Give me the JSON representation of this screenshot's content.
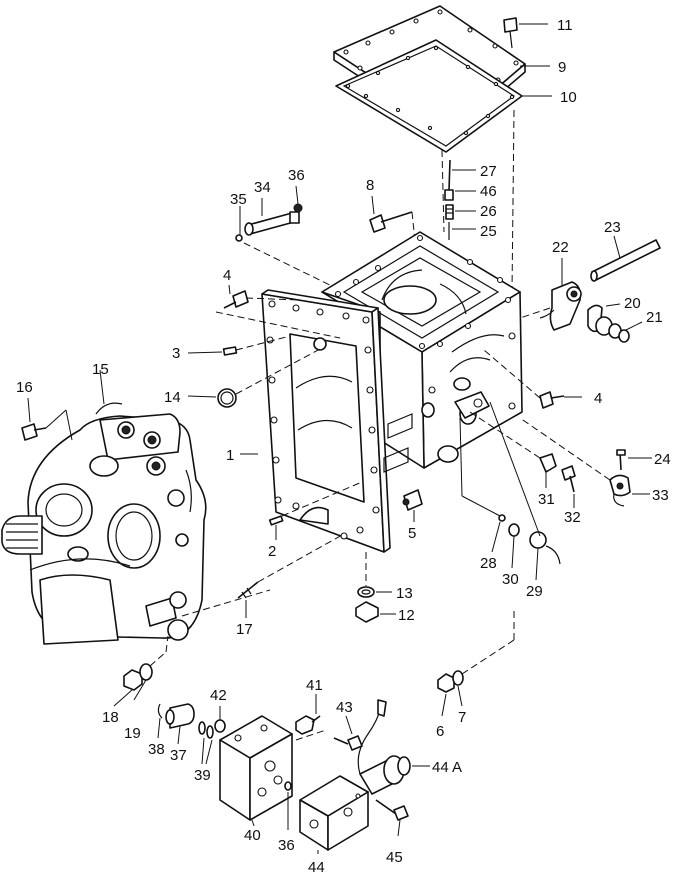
{
  "callouts": [
    {
      "id": "c11",
      "text": "11"
    },
    {
      "id": "c9",
      "text": "9"
    },
    {
      "id": "c10",
      "text": "10"
    },
    {
      "id": "c27",
      "text": "27"
    },
    {
      "id": "c46",
      "text": "46"
    },
    {
      "id": "c26",
      "text": "26"
    },
    {
      "id": "c25",
      "text": "25"
    },
    {
      "id": "c8",
      "text": "8"
    },
    {
      "id": "c36a",
      "text": "36"
    },
    {
      "id": "c34",
      "text": "34"
    },
    {
      "id": "c35",
      "text": "35"
    },
    {
      "id": "c23",
      "text": "23"
    },
    {
      "id": "c22",
      "text": "22"
    },
    {
      "id": "c20",
      "text": "20"
    },
    {
      "id": "c21",
      "text": "21"
    },
    {
      "id": "c4a",
      "text": "4"
    },
    {
      "id": "c3",
      "text": "3"
    },
    {
      "id": "c14",
      "text": "14"
    },
    {
      "id": "c4b",
      "text": "4"
    },
    {
      "id": "c15",
      "text": "15"
    },
    {
      "id": "c16",
      "text": "16"
    },
    {
      "id": "c1",
      "text": "1"
    },
    {
      "id": "c24",
      "text": "24"
    },
    {
      "id": "c33",
      "text": "33"
    },
    {
      "id": "c31",
      "text": "31"
    },
    {
      "id": "c32",
      "text": "32"
    },
    {
      "id": "c5",
      "text": "5"
    },
    {
      "id": "c2",
      "text": "2"
    },
    {
      "id": "c28",
      "text": "28"
    },
    {
      "id": "c30",
      "text": "30"
    },
    {
      "id": "c29",
      "text": "29"
    },
    {
      "id": "c13",
      "text": "13"
    },
    {
      "id": "c12",
      "text": "12"
    },
    {
      "id": "c17",
      "text": "17"
    },
    {
      "id": "c41",
      "text": "41"
    },
    {
      "id": "c42",
      "text": "42"
    },
    {
      "id": "c43",
      "text": "43"
    },
    {
      "id": "c18",
      "text": "18"
    },
    {
      "id": "c19",
      "text": "19"
    },
    {
      "id": "c6",
      "text": "6"
    },
    {
      "id": "c7",
      "text": "7"
    },
    {
      "id": "c38",
      "text": "38"
    },
    {
      "id": "c37",
      "text": "37"
    },
    {
      "id": "c39",
      "text": "39"
    },
    {
      "id": "c44A",
      "text": "44 A"
    },
    {
      "id": "c40",
      "text": "40"
    },
    {
      "id": "c36b",
      "text": "36"
    },
    {
      "id": "c45",
      "text": "45"
    },
    {
      "id": "c44",
      "text": "44"
    }
  ]
}
